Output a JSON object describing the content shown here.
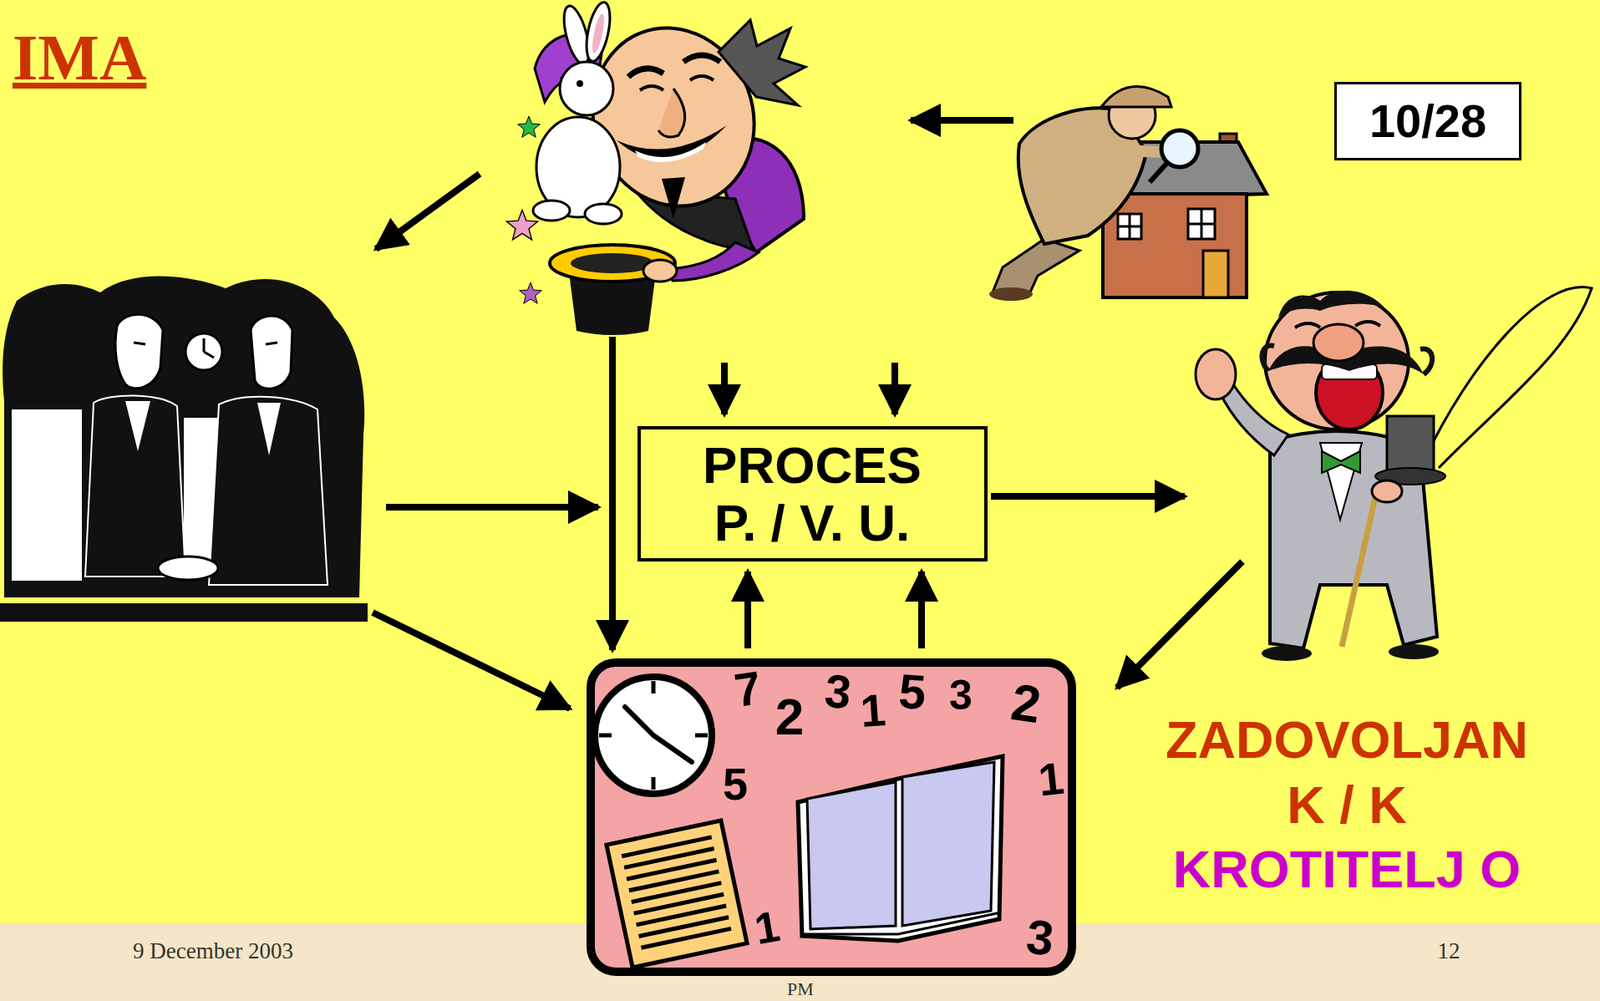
{
  "diagram": {
    "title": "IMA",
    "nodes": [
      {
        "text": [
          "10/28"
        ]
      },
      {
        "text": [
          "PROCES",
          "P. / V. U."
        ]
      }
    ],
    "labels": [
      "7",
      "2",
      "3",
      "1",
      "5",
      "3",
      "2",
      "1",
      "5",
      "1",
      "3",
      "ZADOVOLJAN",
      "K / K",
      "KROTITELJ O",
      "9 December 2003",
      "PM",
      "12"
    ]
  }
}
